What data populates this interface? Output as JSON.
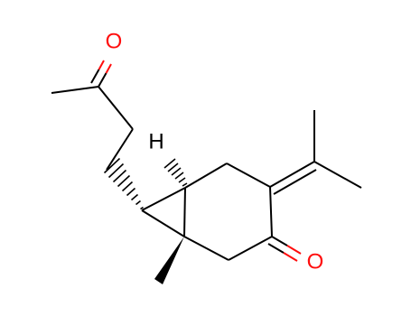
{
  "molecule": {
    "atom_labels": {
      "ketone_side_chain_oxygen": "O",
      "ring_ketone_oxygen": "O",
      "bridgehead_hydrogen": "H"
    },
    "colors": {
      "bond": "#000000",
      "oxygen": "#ff0d0d",
      "hydrogen": "#000000",
      "background": "#ffffff"
    }
  }
}
